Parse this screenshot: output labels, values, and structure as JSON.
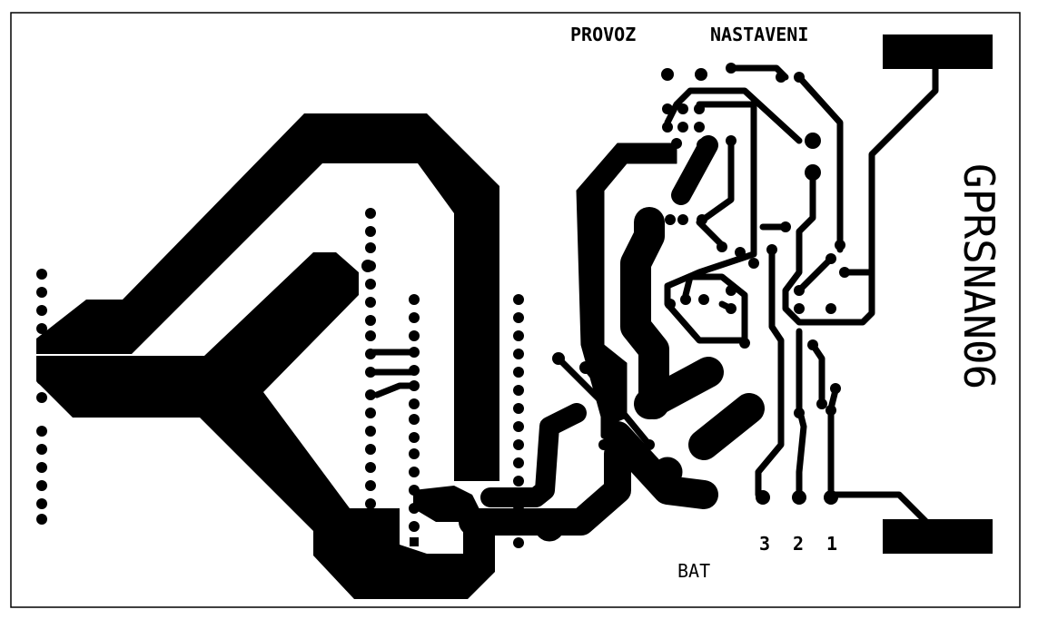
{
  "labels": {
    "provoz": "PROVOZ",
    "nastaveni": "NASTAVENI",
    "board_name": "GPRSNAN06",
    "bat": "BAT",
    "pin3": "3",
    "pin2": "2",
    "pin1": "1"
  },
  "colors": {
    "copper": "#000000",
    "background": "#ffffff"
  }
}
